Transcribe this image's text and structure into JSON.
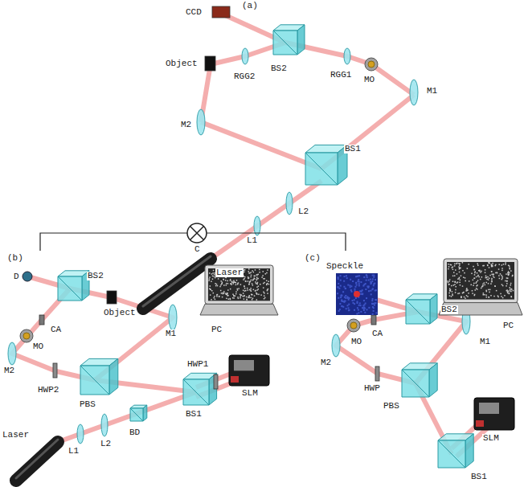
{
  "diagram": {
    "labels": [
      "(a)",
      "CCD",
      "BS2",
      "RGG1",
      "MO",
      "Object",
      "RGG2",
      "M1",
      "M2",
      "BS1",
      "L2",
      "L1",
      "Laser",
      "(b)",
      "D",
      "MO",
      "CA",
      "BS2",
      "Object",
      "PC",
      "M1",
      "M2",
      "HWP2",
      "PBS",
      "HWP1",
      "SLM",
      "BS1",
      "BD",
      "L2",
      "L1",
      "Laser",
      "C",
      "(c)",
      "Speckle",
      "MO",
      "CA",
      "BS2",
      "PC",
      "M2",
      "HWP",
      "PBS",
      "M1",
      "SLM",
      "BS1"
    ]
  }
}
